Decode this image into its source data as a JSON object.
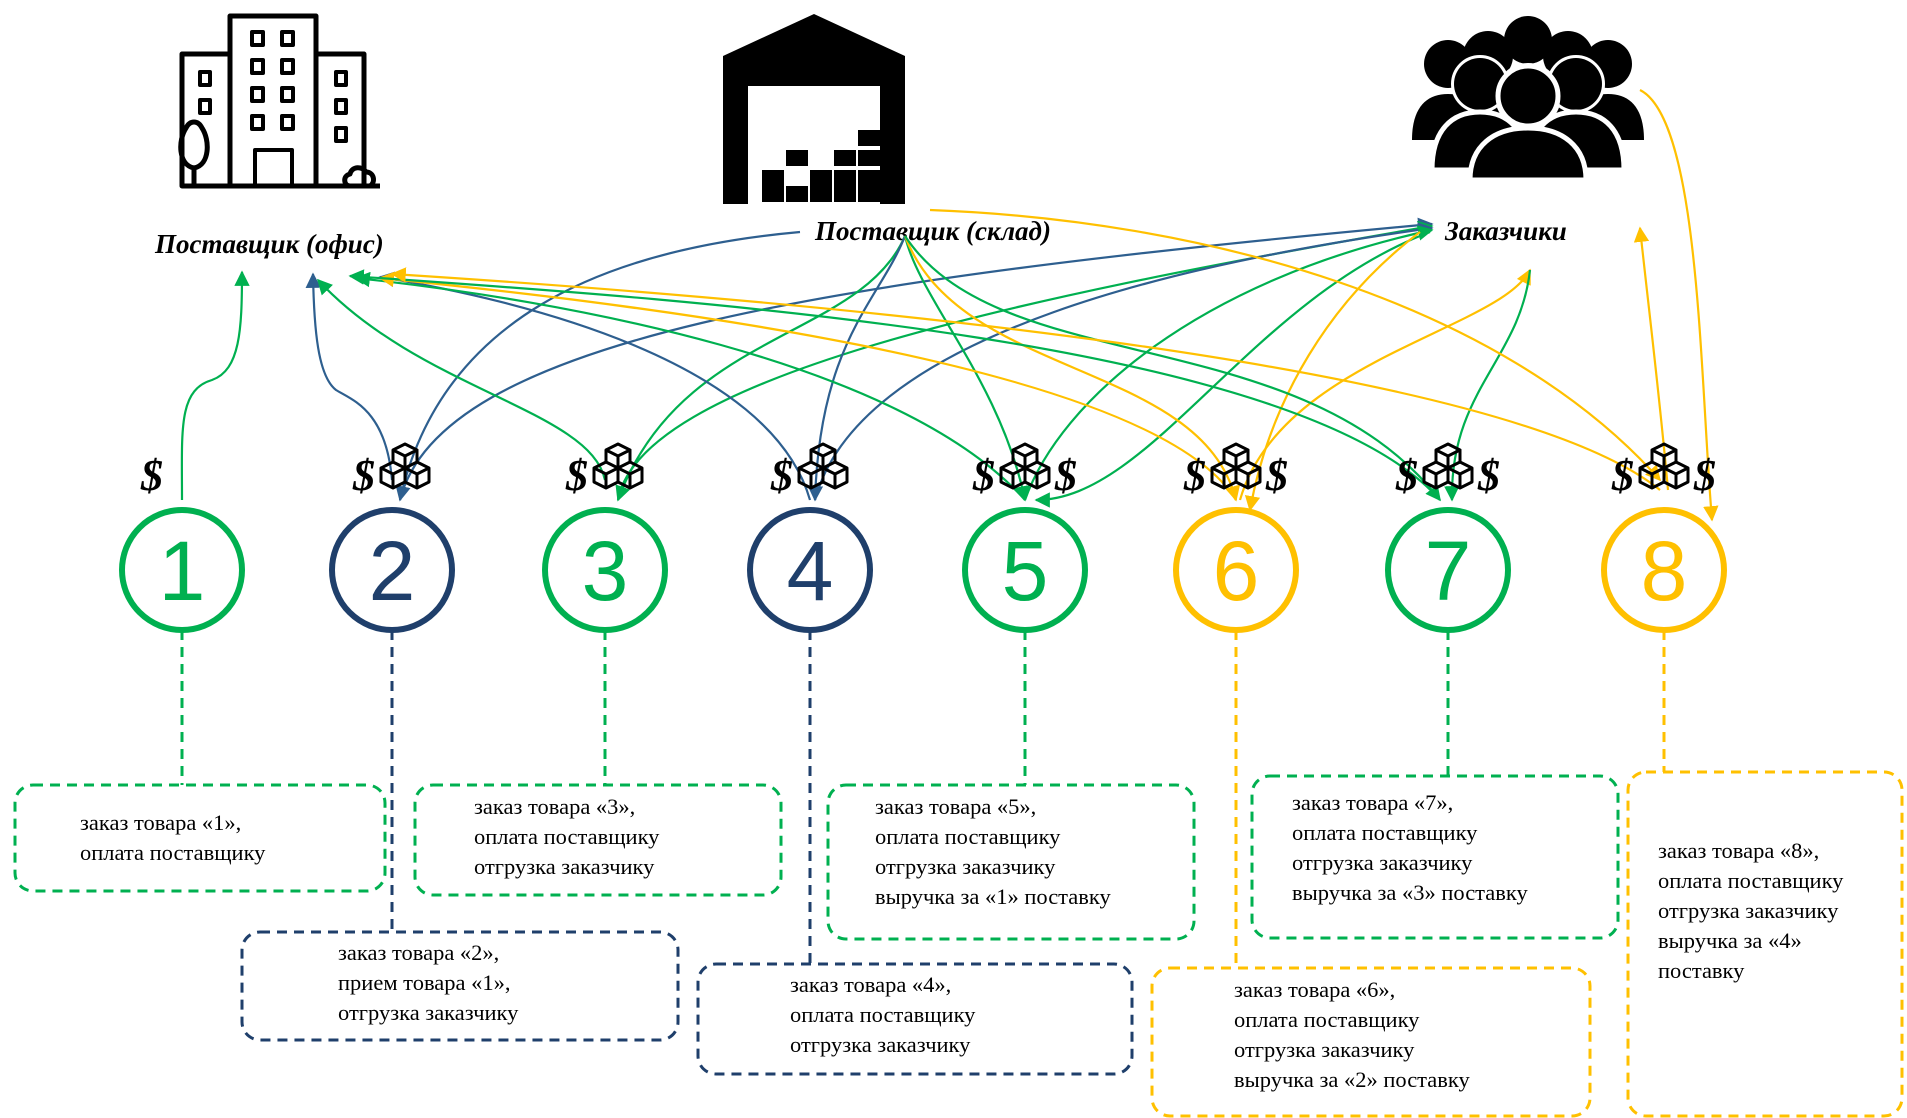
{
  "colors": {
    "green": "#00b050",
    "blue": "#2e5f8f",
    "navy": "#1f3f6b",
    "yellow": "#ffc000"
  },
  "actors": {
    "office": {
      "label": "Поставщик (офис)",
      "icon": "office-building-icon"
    },
    "warehouse": {
      "label": "Поставщик (склад)",
      "icon": "warehouse-icon"
    },
    "customers": {
      "label": "Заказчики",
      "icon": "people-group-icon"
    }
  },
  "steps": [
    {
      "number": "1",
      "color": "green",
      "symbols": [
        "$"
      ],
      "description": [
        "заказ товара «1»,",
        "оплата поставщику"
      ]
    },
    {
      "number": "2",
      "color": "navy",
      "symbols": [
        "$",
        "box"
      ],
      "description": [
        "заказ товара «2»,",
        "прием товара «1»,",
        "отгрузка заказчику"
      ]
    },
    {
      "number": "3",
      "color": "green",
      "symbols": [
        "$",
        "box"
      ],
      "description": [
        "заказ товара «3»,",
        "оплата поставщику",
        "отгрузка заказчику"
      ]
    },
    {
      "number": "4",
      "color": "navy",
      "symbols": [
        "$",
        "box"
      ],
      "description": [
        "заказ товара «4»,",
        "оплата поставщику",
        "отгрузка заказчику"
      ]
    },
    {
      "number": "5",
      "color": "green",
      "symbols": [
        "$",
        "box",
        "$"
      ],
      "description": [
        "заказ товара «5»,",
        "оплата поставщику",
        "отгрузка заказчику",
        "выручка за «1» поставку"
      ]
    },
    {
      "number": "6",
      "color": "yellow",
      "symbols": [
        "$",
        "box",
        "$"
      ],
      "description": [
        "заказ товара «6»,",
        "оплата поставщику",
        "отгрузка заказчику",
        "выручка за «2» поставку"
      ]
    },
    {
      "number": "7",
      "color": "green",
      "symbols": [
        "$",
        "box",
        "$"
      ],
      "description": [
        "заказ товара «7»,",
        "оплата поставщику",
        "отгрузка заказчику",
        "выручка за «3» поставку"
      ]
    },
    {
      "number": "8",
      "color": "yellow",
      "symbols": [
        "$",
        "box",
        "$"
      ],
      "description": [
        "заказ товара «8»,",
        "оплата поставщику",
        "отгрузка заказчику",
        "выручка за «4»",
        "поставку"
      ]
    }
  ]
}
